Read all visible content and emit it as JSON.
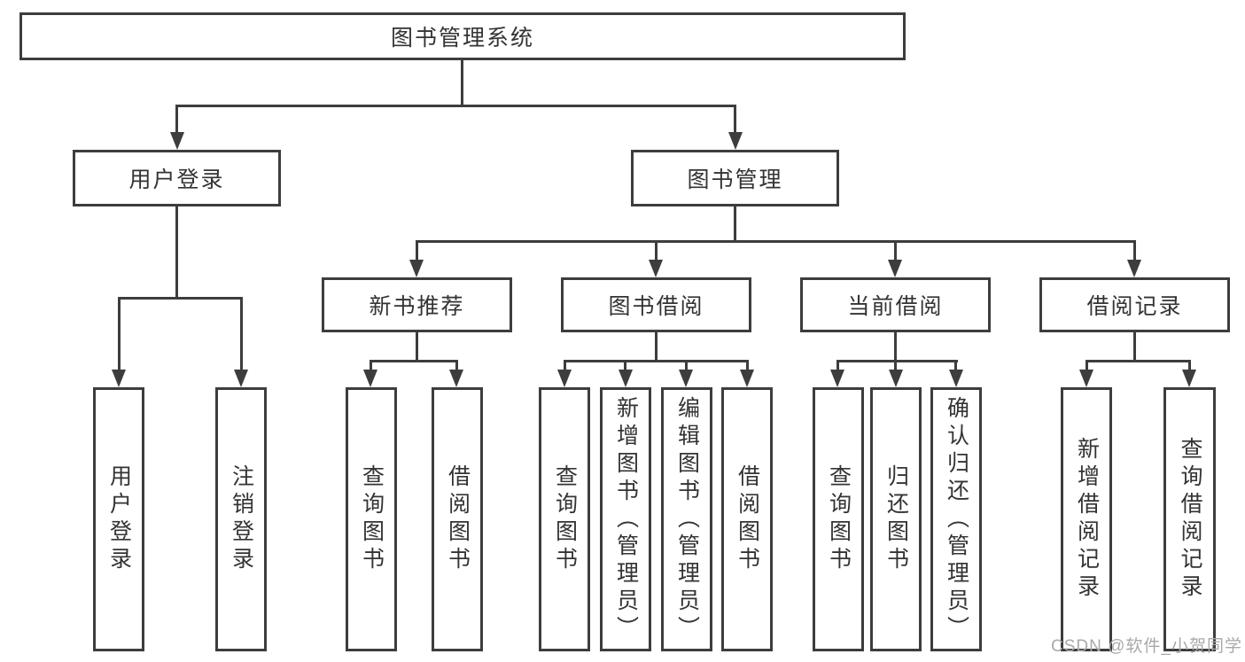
{
  "diagram": {
    "title": "图书管理系统",
    "root": {
      "label": "图书管理系统"
    },
    "level2": [
      {
        "label": "用户登录"
      },
      {
        "label": "图书管理"
      }
    ],
    "level3": [
      {
        "label": "新书推荐",
        "parent": "图书管理"
      },
      {
        "label": "图书借阅",
        "parent": "图书管理"
      },
      {
        "label": "当前借阅",
        "parent": "图书管理"
      },
      {
        "label": "借阅记录",
        "parent": "图书管理"
      }
    ],
    "leaves": [
      {
        "label": "用户登录",
        "parent": "用户登录"
      },
      {
        "label": "注销登录",
        "parent": "用户登录"
      },
      {
        "label": "查询图书",
        "parent": "新书推荐"
      },
      {
        "label": "借阅图书",
        "parent": "新书推荐"
      },
      {
        "label": "查询图书",
        "parent": "图书借阅"
      },
      {
        "label": "新增图书（管理员）",
        "parent": "图书借阅"
      },
      {
        "label": "编辑图书（管理员）",
        "parent": "图书借阅"
      },
      {
        "label": "借阅图书",
        "parent": "图书借阅"
      },
      {
        "label": "查询图书",
        "parent": "当前借阅"
      },
      {
        "label": "归还图书",
        "parent": "当前借阅"
      },
      {
        "label": "确认归还（管理员）",
        "parent": "当前借阅"
      },
      {
        "label": "新增借阅记录",
        "parent": "借阅记录"
      },
      {
        "label": "查询借阅记录",
        "parent": "借阅记录"
      }
    ]
  },
  "watermark": {
    "text": "CSDN @软件_小贺同学"
  },
  "colors": {
    "line": "#3d3d3d",
    "text": "#333333",
    "background": "#ffffff",
    "watermark": "#a9a9a9"
  }
}
